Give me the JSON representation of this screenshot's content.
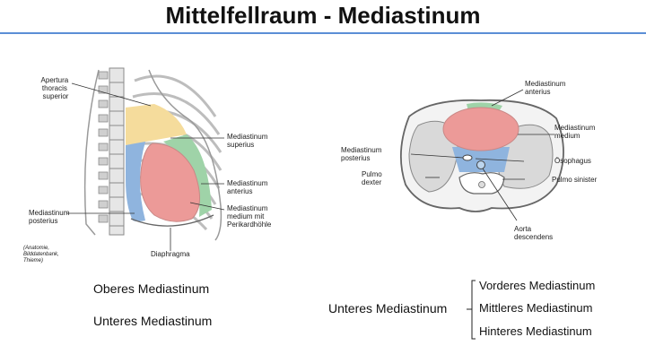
{
  "title": "Mittelfellraum - Mediastinum",
  "colors": {
    "rule": "#5b8ed6",
    "superius": "#f5dc9c",
    "anterius": "#9fd3a8",
    "medium": "#ec9a98",
    "posterius": "#8fb4de",
    "lung": "#d9d9d9"
  },
  "sagittal": {
    "apertura": [
      "Apertura",
      "thoracis",
      "superior"
    ],
    "superius": [
      "Mediastinum",
      "superius"
    ],
    "anterius": [
      "Mediastinum",
      "anterius"
    ],
    "medium": [
      "Mediastinum",
      "medium mit",
      "Perikardhöhle"
    ],
    "posterius": [
      "Mediastinum",
      "posterius"
    ],
    "diaphragma": "Diaphragma",
    "source": [
      "(Anatomie,",
      "Bilddatenbank,",
      "Thieme)"
    ]
  },
  "axial": {
    "anterius": [
      "Mediastinum",
      "anterius"
    ],
    "medium": [
      "Mediastinum",
      "medium"
    ],
    "posterius": [
      "Mediastinum",
      "posterius"
    ],
    "oesophagus": "Ösophagus",
    "pulmo_dexter": [
      "Pulmo",
      "dexter"
    ],
    "pulmo_sinister": "Pulmo sinister",
    "aorta": [
      "Aorta",
      "descendens"
    ]
  },
  "summary": {
    "oberes": "Oberes Mediastinum",
    "unteres_left": "Unteres Mediastinum",
    "unteres_right": "Unteres Mediastinum",
    "vorderes": "Vorderes Mediastinum",
    "mittleres": "Mittleres Mediastinum",
    "hinteres": "Hinteres Mediastinum"
  }
}
